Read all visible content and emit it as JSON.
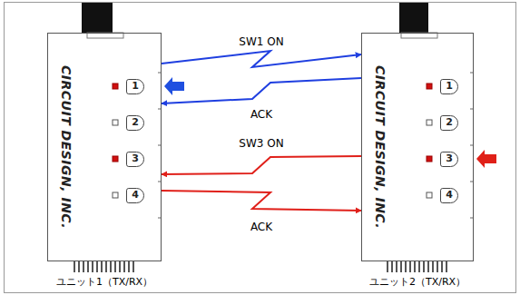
{
  "diagram": {
    "nodes": [
      {
        "text": [
          "CIRCUIT DESIGN, INC.",
          "ユニット1（TX/RX）"
        ]
      },
      {
        "text": [
          "CIRCUIT DESIGN, INC.",
          "ユニット2（TX/RX）"
        ]
      }
    ],
    "edges": [
      {
        "from": 0,
        "to": 1,
        "label": "SW1 ON",
        "arrow": "to"
      },
      {
        "from": 1,
        "to": 0,
        "label": "ACK",
        "arrow": "to"
      },
      {
        "from": 1,
        "to": 0,
        "label": "SW3 ON",
        "arrow": "to"
      },
      {
        "from": 0,
        "to": 1,
        "label": "ACK",
        "arrow": "to"
      }
    ],
    "labels": [
      "1",
      "2",
      "3",
      "4",
      "1",
      "2",
      "3",
      "4"
    ]
  }
}
